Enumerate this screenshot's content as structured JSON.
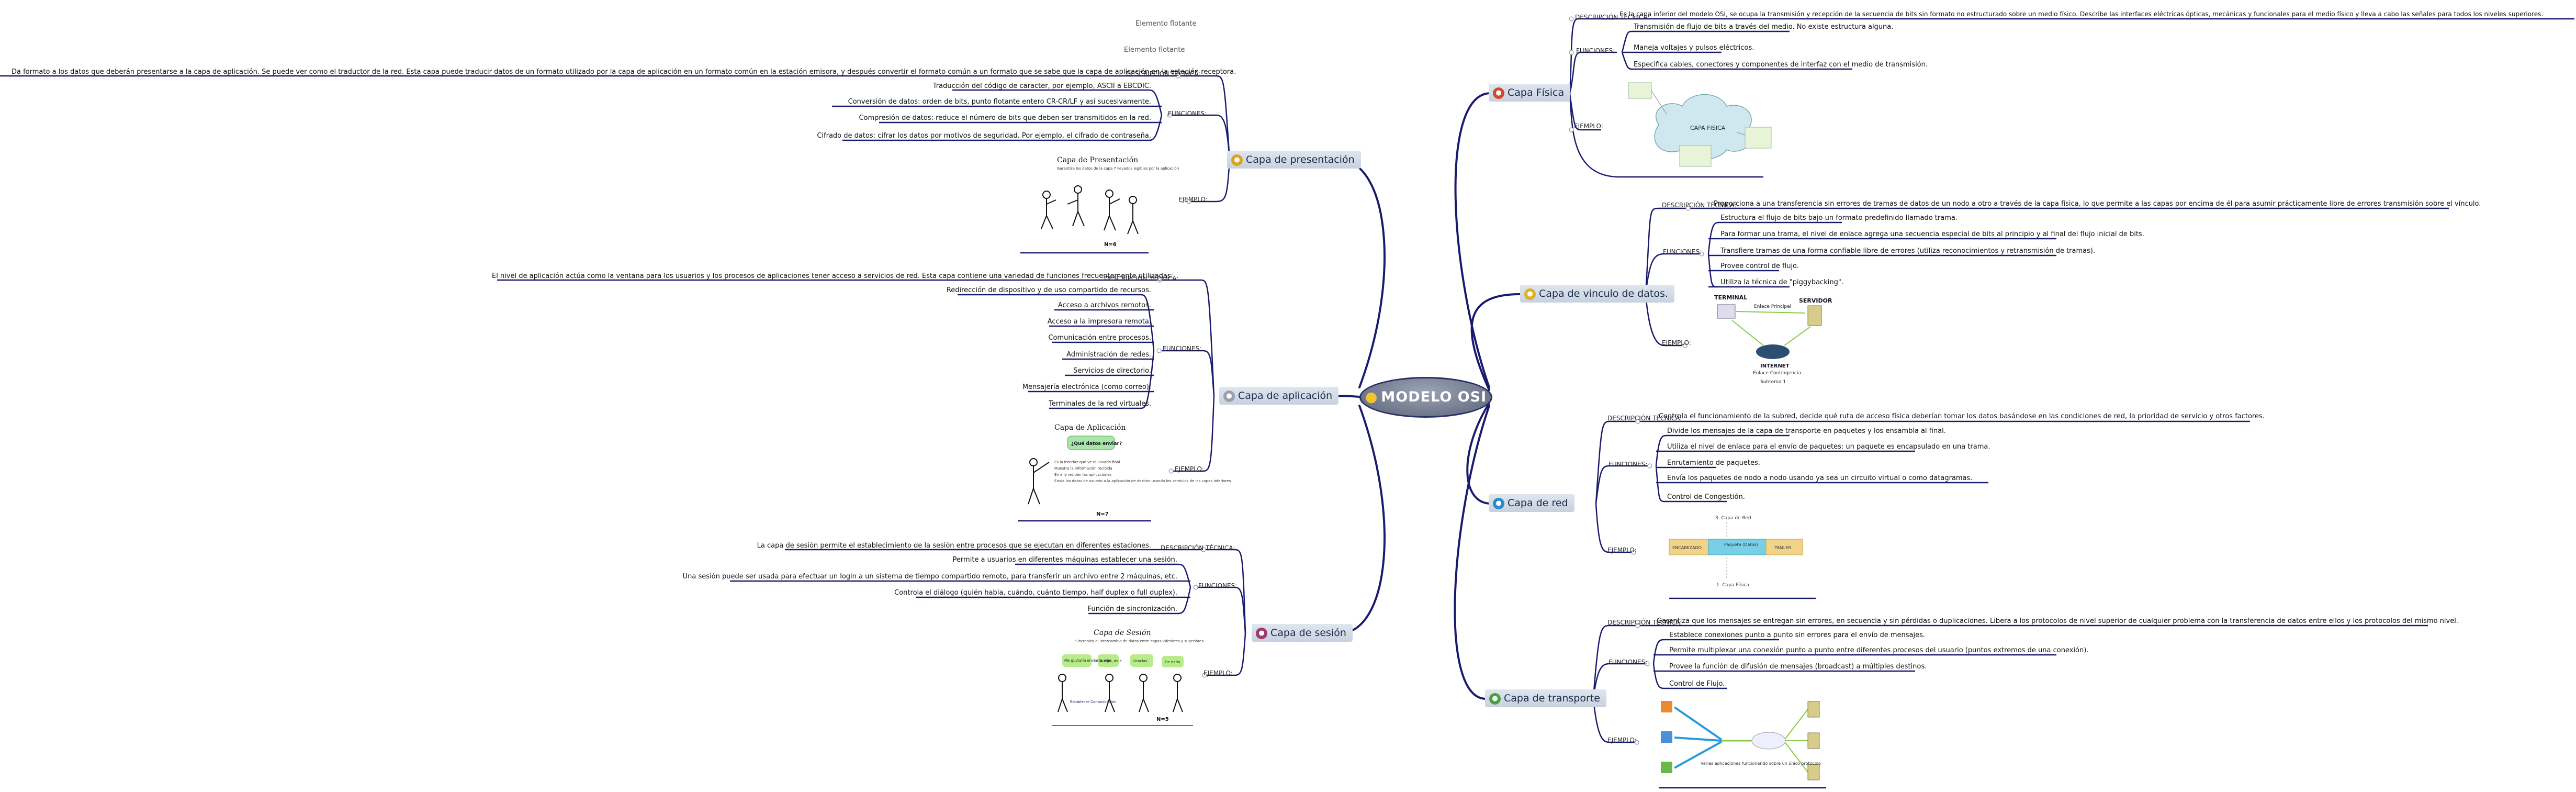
{
  "central": {
    "label": "MODELO OSI",
    "icon": "lightbulb-icon"
  },
  "floating": [
    "Elemento flotante",
    "Elemento flotante"
  ],
  "labels": {
    "desc": "DESCRIPCIÓN TÉCNICA:",
    "func": "FUNCIONES:",
    "ex": "EJEMPLO:"
  },
  "colors": {
    "branch": "#1a1a6e",
    "topic_bg": "#d3dbe6",
    "central_fill": "#6f788c"
  },
  "fisica": {
    "title": "Capa Física",
    "desc": "Es la capa inferior del modelo OSI, se ocupa la transmisión y recepción de la secuencia de bits sin formato no estructurado sobre un medio físico. Describe las interfaces eléctricas ópticas, mecánicas y funcionales para el medio físico y lleva a cabo las señales para todos los niveles superiores.",
    "funcs": [
      "Transmisión de flujo de bits a través del medio. No existe estructura alguna.",
      "Maneja voltajes y pulsos eléctricos.",
      "Especifica cables, conectores y componentes de interfaz con el medio de transmisión."
    ],
    "example": {
      "cloud": "CAPA FISICA"
    }
  },
  "enlace": {
    "title": "Capa de vinculo de datos.",
    "desc": "Proporciona a una transferencia sin errores de tramas de datos de un nodo a otro a través de la capa física, lo que permite a las capas por encima de él para asumir prácticamente libre de errores transmisión sobre el vínculo.",
    "funcs": [
      "Estructura el flujo de bits bajo un formato predefinido llamado trama.",
      "Para formar una trama, el nivel de enlace agrega una secuencia especial de bits al principio y al final del flujo inicial de bits.",
      "Transfiere tramas de una forma confiable libre de errores (utiliza reconocimientos y retransmisión de tramas).",
      "Provee control de flujo.",
      "Utiliza la técnica de \"piggybacking\"."
    ],
    "example": {
      "terminal": "TERMINAL",
      "servidor": "SERVIDOR",
      "principal": "Enlace Principal",
      "internet": "INTERNET",
      "contingencia": "Enlace Contingencia",
      "subtema": "Subtema 1"
    }
  },
  "red": {
    "title": "Capa de red",
    "desc": "Controla el funcionamiento de la subred, decide qué ruta de acceso física deberían tomar los datos basándose en las condiciones de red, la prioridad de servicio y otros factores.",
    "funcs": [
      "Divide los mensajes de la capa de transporte en paquetes y los ensambla al final.",
      "Utiliza el nivel de enlace para el envío de paquetes: un paquete es encapsulado en una trama.",
      "Enrutamiento de paquetes.",
      "Envía los paquetes de nodo a nodo usando ya sea un circuito virtual o como datagramas.",
      "Control de Congestión."
    ],
    "example": {
      "top": "3. Capa de Red",
      "a": "ENCABEZADO",
      "b": "Paquete (Datos)",
      "c": "TRAILER",
      "bottom": "1. Capa Física"
    }
  },
  "transporte": {
    "title": "Capa de transporte",
    "desc": "Garantiza que los mensajes se entregan sin errores, en secuencia y sin pérdidas o duplicaciones. Libera a los protocolos de nivel superior de cualquier problema con la transferencia de datos entre ellos y los protocolos del mismo nivel.",
    "funcs": [
      "Establece conexiones punto a punto sin errores para el envío de mensajes.",
      "Permite multiplexar una conexión punto a punto entre diferentes procesos del usuario (puntos extremos de una conexión).",
      "Provee la función de difusión de mensajes (broadcast) a múltiples destinos.",
      "Control de Flujo."
    ],
    "example": {
      "caption": "Varias aplicaciones funcionando sobre un único protocolo"
    }
  },
  "presentacion": {
    "title": "Capa de presentación",
    "desc": "Da formato a los datos que deberán presentarse a la capa de aplicación. Se puede ver como el traductor de la red. Esta capa puede traducir datos de un formato utilizado por la capa de aplicación en un formato común en la estación emisora, y después convertir el formato común a un formato que se sabe que la capa de aplicación en la estación receptora.",
    "funcs": [
      "Traducción del código de caracter, por ejemplo, ASCII a EBCDIC.",
      "Conversión de datos: orden de bits, punto flotante entero CR-CR/LF y así sucesivamente.",
      "Compresión de datos: reduce el número de bits que deben ser transmitidos en la red.",
      "Cifrado de datos: cifrar los datos por motivos de seguridad. Por ejemplo, el cifrado de contraseña."
    ],
    "example": {
      "title": "Capa de Presentación",
      "sub": "Garantiza los datos de la capa 7 llevados legibles por la aplicación",
      "num": "N=6"
    }
  },
  "aplicacion": {
    "title": "Capa de aplicación",
    "desc": "El nivel de aplicación actúa como la ventana para los usuarios y los procesos de aplicaciones tener acceso a servicios de red. Esta capa contiene una variedad de funciones frecuentemente utilizadas:",
    "funcs": [
      "Redirección de dispositivo y de uso compartido de recursos.",
      "Acceso a archivos remotos.",
      "Acceso a la impresora remota.",
      "Comunicación entre procesos.",
      "Administración de redes.",
      "Servicios de directorio.",
      "Mensajería electrónica (como correo).",
      "Terminales de la red virtuales."
    ],
    "example": {
      "title": "Capa de Aplicación",
      "bubble": "¿Qué datos enviar?",
      "num": "N=7",
      "bullets": [
        "Es la interfaz que ve el usuario final",
        "Muestra la información recibida",
        "En ella residen las aplicaciones",
        "Envía los datos de usuario a la aplicación de destino usando los servicios de las capas inferiores"
      ]
    }
  },
  "sesion": {
    "title": "Capa de sesión",
    "desc": "La capa de sesión permite el establecimiento de la sesión entre procesos que se ejecutan en diferentes estaciones.",
    "funcs": [
      "Permite a usuarios en diferentes máquinas establecer una sesión.",
      "Una sesión puede ser usada para efectuar un login a un sistema de tiempo compartido remoto, para transferir un archivo entre 2 máquinas, etc.",
      "Controla el diálogo (quién habla, cuándo, cuánto tiempo, half duplex o full duplex).",
      "Función de sincronización."
    ],
    "example": {
      "title": "Capa de Sesión",
      "sub": "Sincroniza el intercambio de datos entre capas inferiores y superiores",
      "b1": "Me gustaría enviarte algo",
      "b2": "Bueno, dale",
      "b3": "Gracias",
      "b4": "De nada",
      "b5": "Establecer Comunicación",
      "num": "N=5"
    }
  }
}
